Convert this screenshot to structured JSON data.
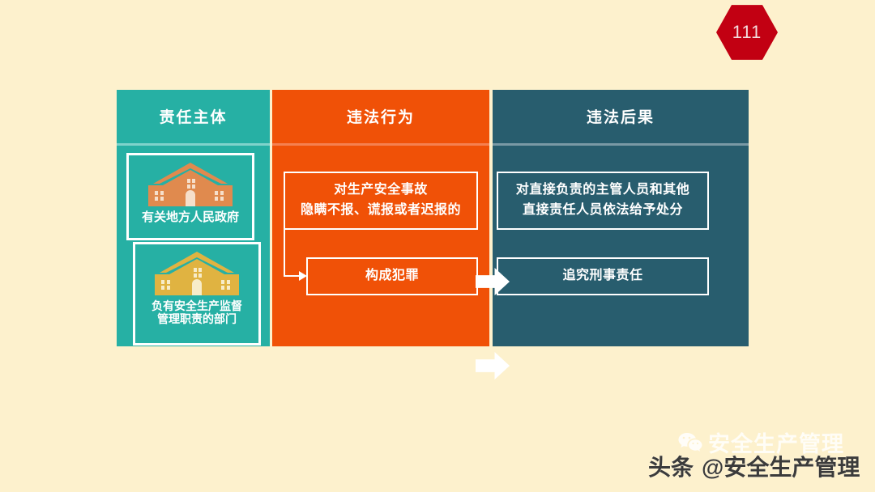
{
  "slide": {
    "background_color": "#fdf1cd",
    "page_badge": {
      "number": "111",
      "shape": "hexagon",
      "fill_color": "#c20012",
      "text_color": "#f3dede"
    }
  },
  "diagram": {
    "columns": [
      {
        "key": "subject",
        "header": "责任主体",
        "color": "#26b0a4"
      },
      {
        "key": "act",
        "header": "违法行为",
        "color": "#f05107"
      },
      {
        "key": "result",
        "header": "违法后果",
        "color": "#285d6e"
      }
    ],
    "subject_items": [
      {
        "icon": "house-icon",
        "icon_color": "#e08a4e",
        "label": "有关地方人民政府"
      },
      {
        "icon": "house-icon",
        "icon_color": "#e0b341",
        "label": "负有安全生产监督\n管理职责的部门"
      }
    ],
    "subject_items_lines": [
      [
        "有关地方人民政府"
      ],
      [
        "负有安全生产监督",
        "管理职责的部门"
      ]
    ],
    "act_boxes": [
      {
        "lines": [
          "对生产安全事故",
          "隐瞒不报、谎报或者迟报的"
        ]
      },
      {
        "lines": [
          "构成犯罪"
        ]
      }
    ],
    "result_boxes": [
      {
        "lines": [
          "对直接负责的主管人员和其他",
          "直接责任人员依法给予处分"
        ]
      },
      {
        "lines": [
          "追究刑事责任"
        ]
      }
    ],
    "arrows": [
      {
        "name": "arrow-act-to-result-1",
        "direction": "right"
      },
      {
        "name": "arrow-act-to-result-2",
        "direction": "right"
      }
    ],
    "connector": {
      "name": "elbow-connector",
      "direction": "down-right"
    }
  },
  "watermarks": {
    "faint": {
      "icon": "wechat-icon",
      "text": "安全生产管理"
    },
    "main": {
      "prefix": "头条",
      "handle": "@安全生产管理"
    }
  }
}
